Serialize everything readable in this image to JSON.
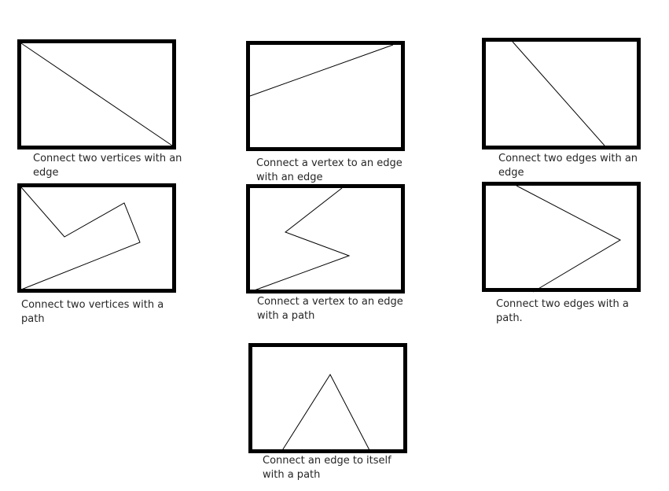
{
  "panels": [
    {
      "id": "p1",
      "caption": "Connect two vertices with an edge"
    },
    {
      "id": "p2",
      "caption": "Connect a vertex to an edge with an edge"
    },
    {
      "id": "p3",
      "caption": "Connect two edges with an edge"
    },
    {
      "id": "p4",
      "caption": "Connect two vertices with a path"
    },
    {
      "id": "p5",
      "caption": "Connect a vertex to an edge with a path"
    },
    {
      "id": "p6",
      "caption": "Connect two edges with a path."
    },
    {
      "id": "p7",
      "caption": "Connect an edge to itself with a path"
    }
  ]
}
